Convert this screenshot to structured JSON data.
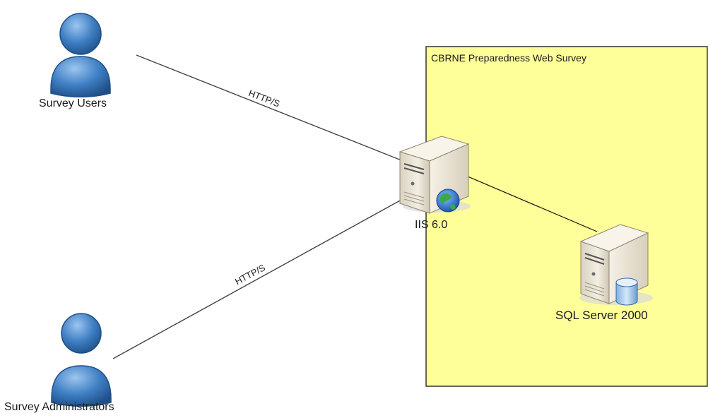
{
  "boundary": {
    "title": "CBRNE Preparedness Web Survey",
    "fill": "#ffff99",
    "stroke": "#333333"
  },
  "actors": {
    "users": {
      "label": "Survey Users"
    },
    "admins": {
      "label": "Survey Administrators"
    }
  },
  "servers": {
    "iis": {
      "label": "IIS 6.0",
      "icon": "web-server-icon"
    },
    "sql": {
      "label": "SQL Server 2000",
      "icon": "database-server-icon"
    }
  },
  "connections": {
    "users_to_iis": {
      "label": "HTTP/S"
    },
    "admins_to_iis": {
      "label": "HTTP/S"
    }
  },
  "colors": {
    "actor": "#3f7fc4",
    "actor_dark": "#1f4f86",
    "server_body": "#ece6d6"
  }
}
